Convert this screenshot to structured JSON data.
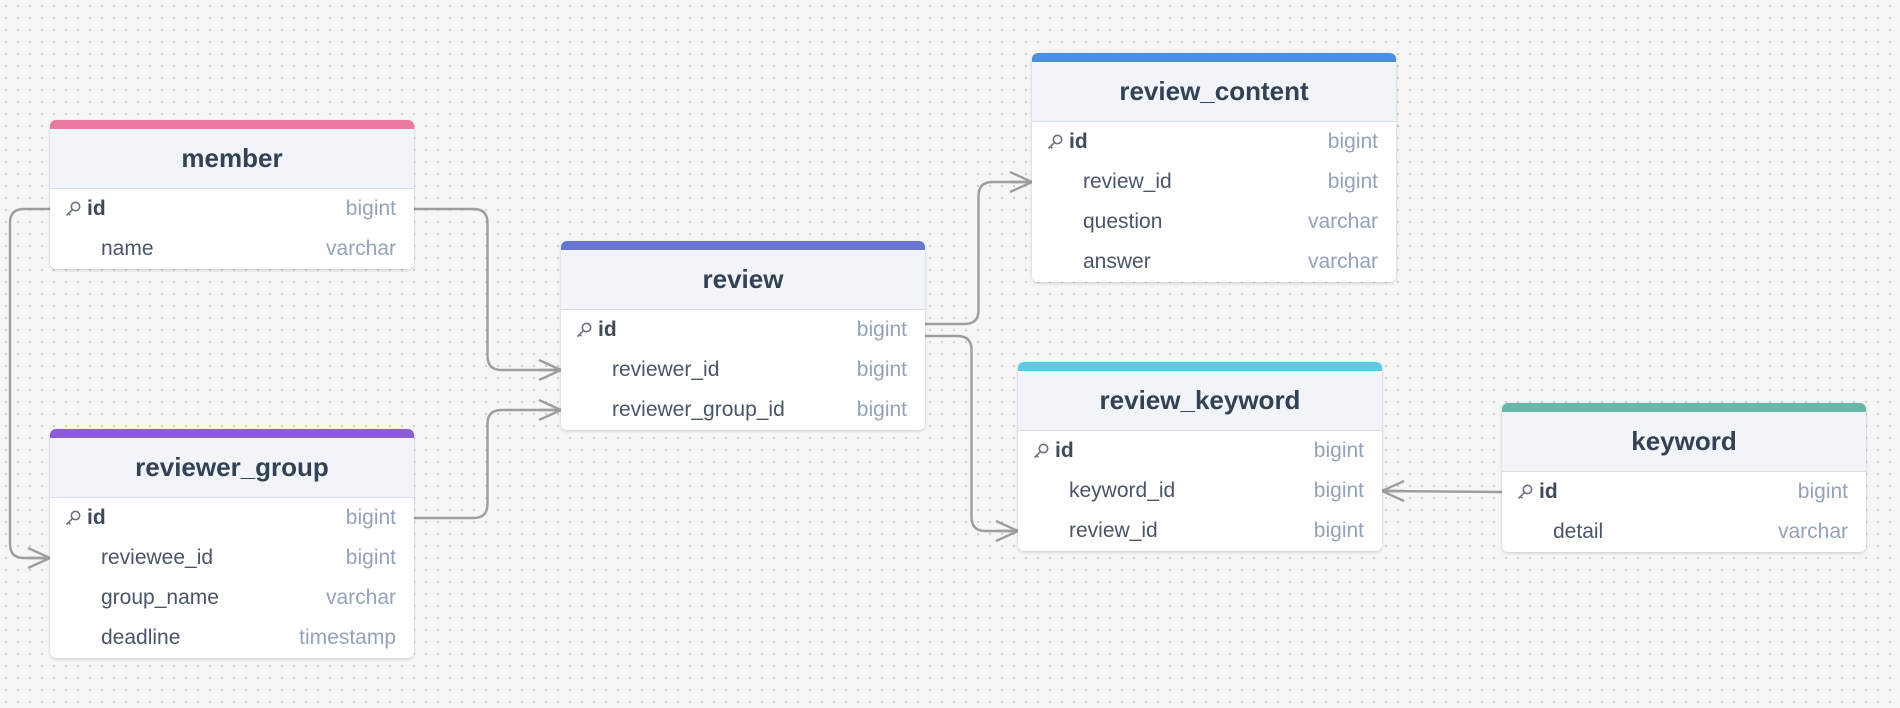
{
  "tables": [
    {
      "id": "member",
      "title": "member",
      "accent": "#e879a0",
      "columns": [
        {
          "name": "id",
          "type": "bigint",
          "pk": true
        },
        {
          "name": "name",
          "type": "varchar",
          "pk": false
        }
      ]
    },
    {
      "id": "reviewer_group",
      "title": "reviewer_group",
      "accent": "#8b5cd6",
      "columns": [
        {
          "name": "id",
          "type": "bigint",
          "pk": true
        },
        {
          "name": "reviewee_id",
          "type": "bigint",
          "pk": false
        },
        {
          "name": "group_name",
          "type": "varchar",
          "pk": false
        },
        {
          "name": "deadline",
          "type": "timestamp",
          "pk": false
        }
      ]
    },
    {
      "id": "review",
      "title": "review",
      "accent": "#6a74d1",
      "columns": [
        {
          "name": "id",
          "type": "bigint",
          "pk": true
        },
        {
          "name": "reviewer_id",
          "type": "bigint",
          "pk": false
        },
        {
          "name": "reviewer_group_id",
          "type": "bigint",
          "pk": false
        }
      ]
    },
    {
      "id": "review_content",
      "title": "review_content",
      "accent": "#4a90d9",
      "columns": [
        {
          "name": "id",
          "type": "bigint",
          "pk": true
        },
        {
          "name": "review_id",
          "type": "bigint",
          "pk": false
        },
        {
          "name": "question",
          "type": "varchar",
          "pk": false
        },
        {
          "name": "answer",
          "type": "varchar",
          "pk": false
        }
      ]
    },
    {
      "id": "review_keyword",
      "title": "review_keyword",
      "accent": "#5bcbe4",
      "columns": [
        {
          "name": "id",
          "type": "bigint",
          "pk": true
        },
        {
          "name": "keyword_id",
          "type": "bigint",
          "pk": false
        },
        {
          "name": "review_id",
          "type": "bigint",
          "pk": false
        }
      ]
    },
    {
      "id": "keyword",
      "title": "keyword",
      "accent": "#67b8a8",
      "columns": [
        {
          "name": "id",
          "type": "bigint",
          "pk": true
        },
        {
          "name": "detail",
          "type": "varchar",
          "pk": false
        }
      ]
    }
  ],
  "relations": [
    {
      "from": "member.id",
      "to": "review.reviewer_id"
    },
    {
      "from": "member.id",
      "to": "reviewer_group.reviewee_id"
    },
    {
      "from": "reviewer_group.id",
      "to": "review.reviewer_group_id"
    },
    {
      "from": "review.id",
      "to": "review_content.review_id"
    },
    {
      "from": "review.id",
      "to": "review_keyword.review_id"
    },
    {
      "from": "keyword.id",
      "to": "review_keyword.keyword_id"
    }
  ],
  "icons": {
    "primary_key": "key-icon"
  },
  "colors": {
    "edge": "#9e9e9e",
    "header_bg": "#f1f4f8",
    "type_text": "#94a3b8"
  }
}
